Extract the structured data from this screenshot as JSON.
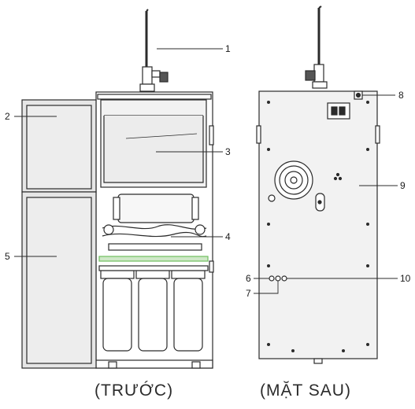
{
  "views": {
    "front_label": "(TRƯỚC)",
    "back_label": "(MẶT SAU)"
  },
  "callouts": [
    {
      "number": "1",
      "part": "faucet"
    },
    {
      "number": "2",
      "part": "upper-side-door"
    },
    {
      "number": "3",
      "part": "top-panel"
    },
    {
      "number": "4",
      "part": "ro-membrane-housing"
    },
    {
      "number": "5",
      "part": "lower-side-door"
    },
    {
      "number": "6",
      "part": "rear-port-left"
    },
    {
      "number": "7",
      "part": "rear-port-middle"
    },
    {
      "number": "8",
      "part": "rear-top-connector"
    },
    {
      "number": "9",
      "part": "rear-panel"
    },
    {
      "number": "10",
      "part": "rear-port-right"
    }
  ],
  "colors": {
    "line": "#2b2b2b",
    "panel_fill": "#f2f2f2",
    "door_fill": "#e6e6e6",
    "accent_green": "#6fbf5f"
  }
}
